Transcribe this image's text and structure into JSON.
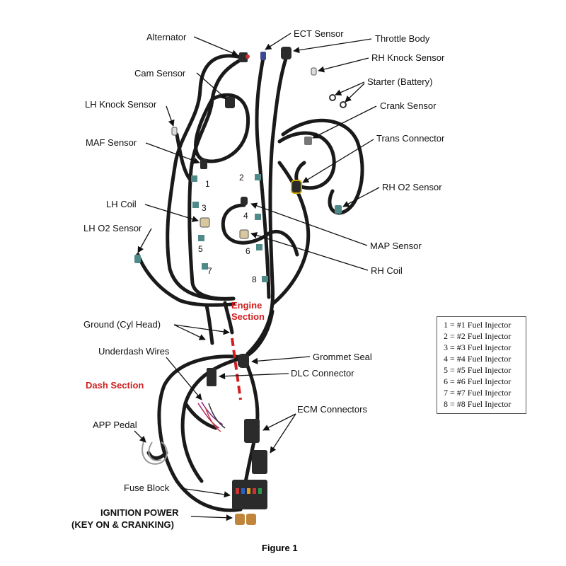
{
  "labels": {
    "alternator": "Alternator",
    "ect_sensor": "ECT Sensor",
    "throttle_body": "Throttle Body",
    "rh_knock_sensor": "RH Knock Sensor",
    "cam_sensor": "Cam Sensor",
    "starter": "Starter (Battery)",
    "lh_knock_sensor": "LH Knock Sensor",
    "crank_sensor": "Crank Sensor",
    "maf_sensor": "MAF Sensor",
    "trans_connector": "Trans Connector",
    "rh_o2_sensor": "RH O2 Sensor",
    "lh_coil": "LH Coil",
    "lh_o2_sensor": "LH O2 Sensor",
    "map_sensor": "MAP Sensor",
    "rh_coil": "RH Coil",
    "ground_cyl_head": "Ground (Cyl Head)",
    "grommet_seal": "Grommet Seal",
    "underdash_wires": "Underdash Wires",
    "dlc_connector": "DLC Connector",
    "ecm_connectors": "ECM Connectors",
    "app_pedal": "APP Pedal",
    "fuse_block": "Fuse Block",
    "ignition_power_line1": "IGNITION POWER",
    "ignition_power_line2": "(KEY ON & CRANKING)"
  },
  "sections": {
    "engine_line1": "Engine",
    "engine_line2": "Section",
    "dash": "Dash Section"
  },
  "injector_numbers": [
    "1",
    "2",
    "3",
    "4",
    "5",
    "6",
    "7",
    "8"
  ],
  "legend": [
    "1 = #1 Fuel Injector",
    "2 = #2 Fuel Injector",
    "3 = #3 Fuel Injector",
    "4 = #4 Fuel Injector",
    "5 = #5 Fuel Injector",
    "6 = #6 Fuel Injector",
    "7 = #7 Fuel Injector",
    "8 = #8 Fuel Injector"
  ],
  "caption": "Figure 1",
  "colors": {
    "wire": "#1a1a1a",
    "section_divider": "#d11f1f",
    "connector_teal": "#4f8a88",
    "connector_dark": "#2b2b2b"
  }
}
